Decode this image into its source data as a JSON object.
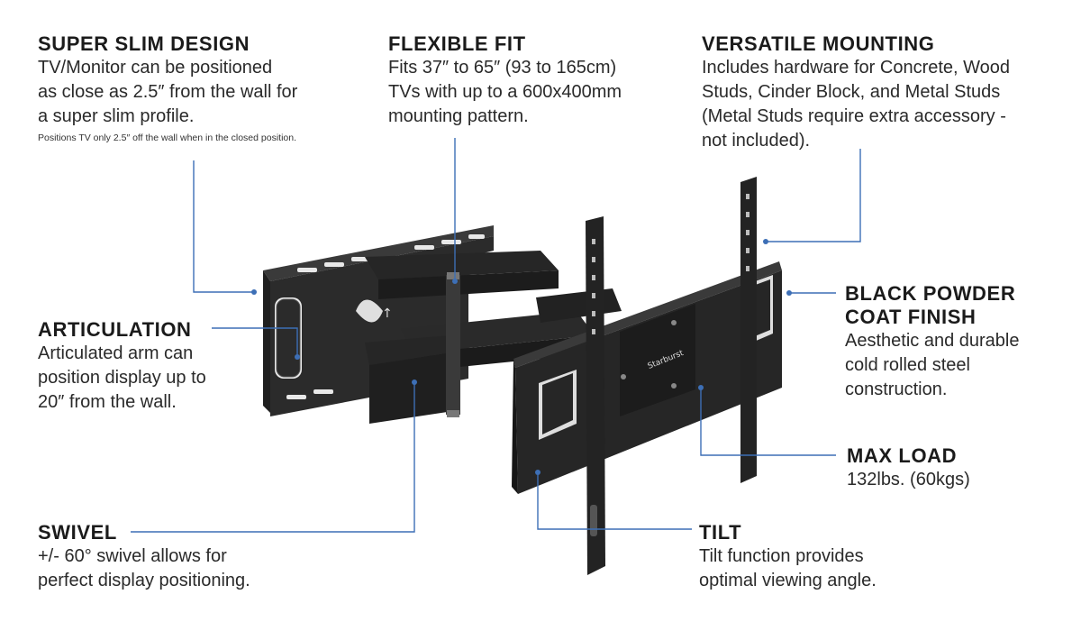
{
  "colors": {
    "accent": "#3d6fb6",
    "steel": "#2b2b2b",
    "text": "#1b1b1b"
  },
  "callouts": {
    "super_slim": {
      "title": "SUPER SLIM DESIGN",
      "body": "TV/Monitor can be positioned\nas close as 2.5″ from the wall for\na super slim profile.",
      "note": "Positions TV only 2.5″ off the wall when in the closed position."
    },
    "flexible_fit": {
      "title": "FLEXIBLE FIT",
      "body": "Fits 37″ to 65″ (93 to 165cm)\nTVs with up to a 600x400mm\nmounting pattern."
    },
    "versatile": {
      "title": "VERSATILE MOUNTING",
      "body": "Includes hardware for Concrete, Wood\nStuds, Cinder Block, and Metal Studs\n(Metal Studs require extra accessory -\nnot included)."
    },
    "articulation": {
      "title": "ARTICULATION",
      "body": "Articulated arm can\nposition display up to\n20″ from the wall."
    },
    "powder": {
      "title": "BLACK POWDER\nCOAT FINISH",
      "body": "Aesthetic and durable\ncold rolled steel\nconstruction."
    },
    "max_load": {
      "title": "MAX LOAD",
      "body": "132lbs. (60kgs)"
    },
    "swivel": {
      "title": "SWIVEL",
      "body": "+/- 60° swivel allows for\nperfect display positioning."
    },
    "tilt": {
      "title": "TILT",
      "body": "Tilt function provides\noptimal viewing angle."
    }
  },
  "product": {
    "brand": "Starburst"
  }
}
